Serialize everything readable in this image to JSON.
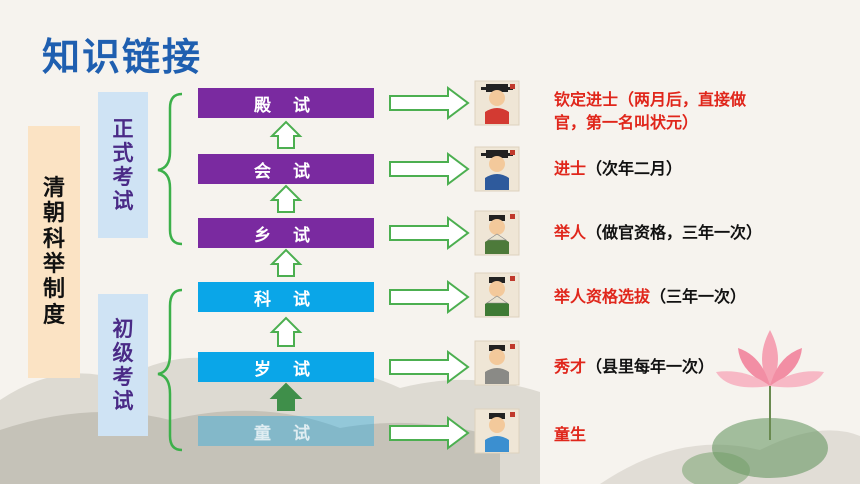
{
  "title": "知识链接",
  "main_label": [
    "清",
    "朝",
    "科",
    "举",
    "制",
    "度"
  ],
  "groups": [
    {
      "chars": [
        "正",
        "式",
        "考",
        "试"
      ]
    },
    {
      "chars": [
        "初",
        "级",
        "考",
        "试"
      ]
    }
  ],
  "exams": [
    "殿 试",
    "会 试",
    "乡 试",
    "科 试",
    "岁 试",
    "童 试"
  ],
  "results": [
    {
      "title": "钦定进士",
      "detail": "（两月后，直接做",
      "detail2": "官，第一名叫状元）"
    },
    {
      "title": "进士",
      "detail": "（次年二月）"
    },
    {
      "title": "举人",
      "detail": "（做官资格，三年一次）"
    },
    {
      "title": "举人资格选拔",
      "detail": "（三年一次）"
    },
    {
      "title": "秀才",
      "detail": "（县里每年一次）"
    },
    {
      "title": "童生",
      "detail": ""
    }
  ],
  "colors": {
    "title": "#1f5fb0",
    "formal_exam": "#7a2aa0",
    "basic_exam": "#0aa6e8",
    "result_title": "#e0261b",
    "arrow": "#4caf50"
  }
}
